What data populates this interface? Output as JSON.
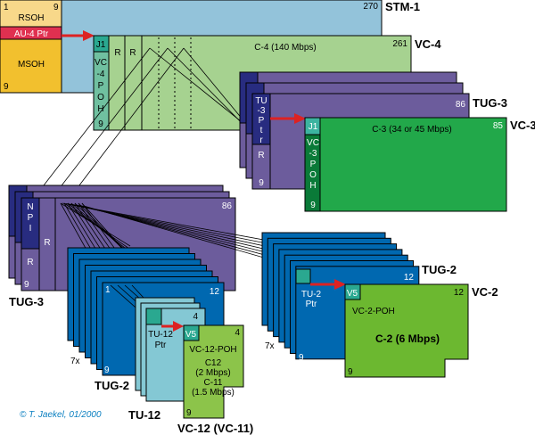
{
  "colors": {
    "stm_bg": "#93c3da",
    "rsoh": "#f8d88a",
    "au4ptr": "#e03050",
    "msoh": "#f2c02e",
    "vc4": "#a6d290",
    "poh_teal": "#2aa890",
    "vc4_poh": "#70c0a0",
    "tug3": "#6c5c9c",
    "tug3_dark": "#282c80",
    "vc3": "#22a84a",
    "vc3_poh": "#0a7a38",
    "tug2": "#0068b0",
    "tu12": "#84c8d4",
    "vc12": "#8cc44a",
    "vc2": "#6cb830",
    "arrow": "#dd2222",
    "copyright": "#0a7fc0"
  },
  "stm1": {
    "label": "STM-1",
    "col_first": "1",
    "col_nine": "9",
    "col_last": "270",
    "row_last": "9",
    "rsoh": "RSOH",
    "au4_ptr": "AU-4 Ptr",
    "msoh": "MSOH"
  },
  "vc4": {
    "label": "VC-4",
    "col_last": "261",
    "j1": "J1",
    "poh": [
      "VC",
      "-4",
      "P",
      "O",
      "H"
    ],
    "row_last": "9",
    "r1": "R",
    "r2": "R",
    "payload": "C-4 (140 Mbps)"
  },
  "tug3_top": {
    "label": "TUG-3",
    "col_last": "86",
    "ptr": [
      "TU",
      "-3",
      "P",
      "t",
      "r"
    ],
    "r": "R",
    "row_last": "9"
  },
  "vc3": {
    "label": "VC-3",
    "col_last": "85",
    "j1": "J1",
    "poh": [
      "VC",
      "-3",
      "P",
      "O",
      "H"
    ],
    "row_last": "9",
    "payload": "C-3 (34 or 45 Mbps)"
  },
  "tug3_bottom": {
    "label": "TUG-3",
    "col_last": "86",
    "npi": [
      "N",
      "P",
      "I"
    ],
    "r1": "R",
    "r2": "R",
    "row_last": "9"
  },
  "tug2_left": {
    "label": "TUG-2",
    "col_first": "1",
    "col_last": "12",
    "row_last": "9",
    "multiplier": "7x"
  },
  "tu12": {
    "label": "TU-12",
    "col_last": "4",
    "ptr": [
      "TU-12",
      "Ptr"
    ]
  },
  "vc12": {
    "label": "VC-12 (VC-11)",
    "v5": "V5",
    "col_last": "4",
    "row_last": "9",
    "lines": [
      "VC-12-POH",
      "C12",
      "(2 Mbps)",
      "C-11",
      "(1.5 Mbps)"
    ]
  },
  "tug2_right": {
    "label": "TUG-2",
    "col_last": "12",
    "row_last": "9",
    "multiplier": "7x",
    "ptr": [
      "TU-2",
      "Ptr"
    ]
  },
  "vc2": {
    "label": "VC-2",
    "v5": "V5",
    "col_last": "12",
    "row_last": "9",
    "poh": "VC-2-POH",
    "payload": "C-2 (6 Mbps)"
  },
  "copyright": "© T. Jaekel, 01/2000"
}
